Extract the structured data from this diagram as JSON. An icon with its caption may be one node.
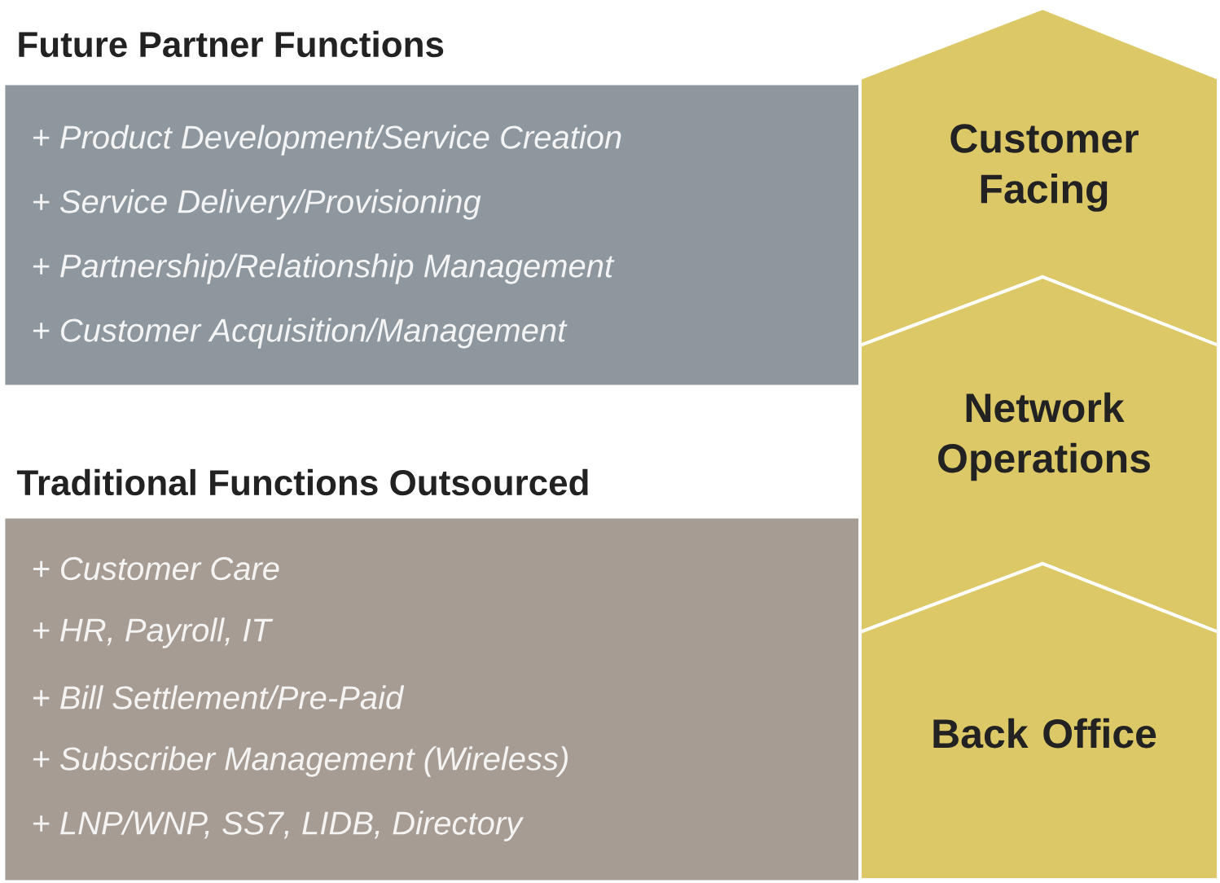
{
  "diagram": {
    "nodes": [
      {
        "text": [
          "Future Partner Functions",
          "+ Product Development/Service Creation",
          "+ Service Delivery/Provisioning",
          "+ Partnership/Relationship Management",
          "+ Customer Acquisition/Management"
        ]
      },
      {
        "text": [
          "Traditional Functions Outsourced",
          "+ Customer Care",
          "+ HR, Payroll, IT",
          "+ Bill Settlement/Pre-Paid",
          "+ Subscriber Management (Wireless)",
          "+ LNP/WNP, SS7, LIDB, Directory"
        ]
      },
      {
        "text": [
          "Customer Facing"
        ]
      },
      {
        "text": [
          "Network Operations"
        ]
      },
      {
        "text": [
          "Back Office"
        ]
      }
    ]
  }
}
